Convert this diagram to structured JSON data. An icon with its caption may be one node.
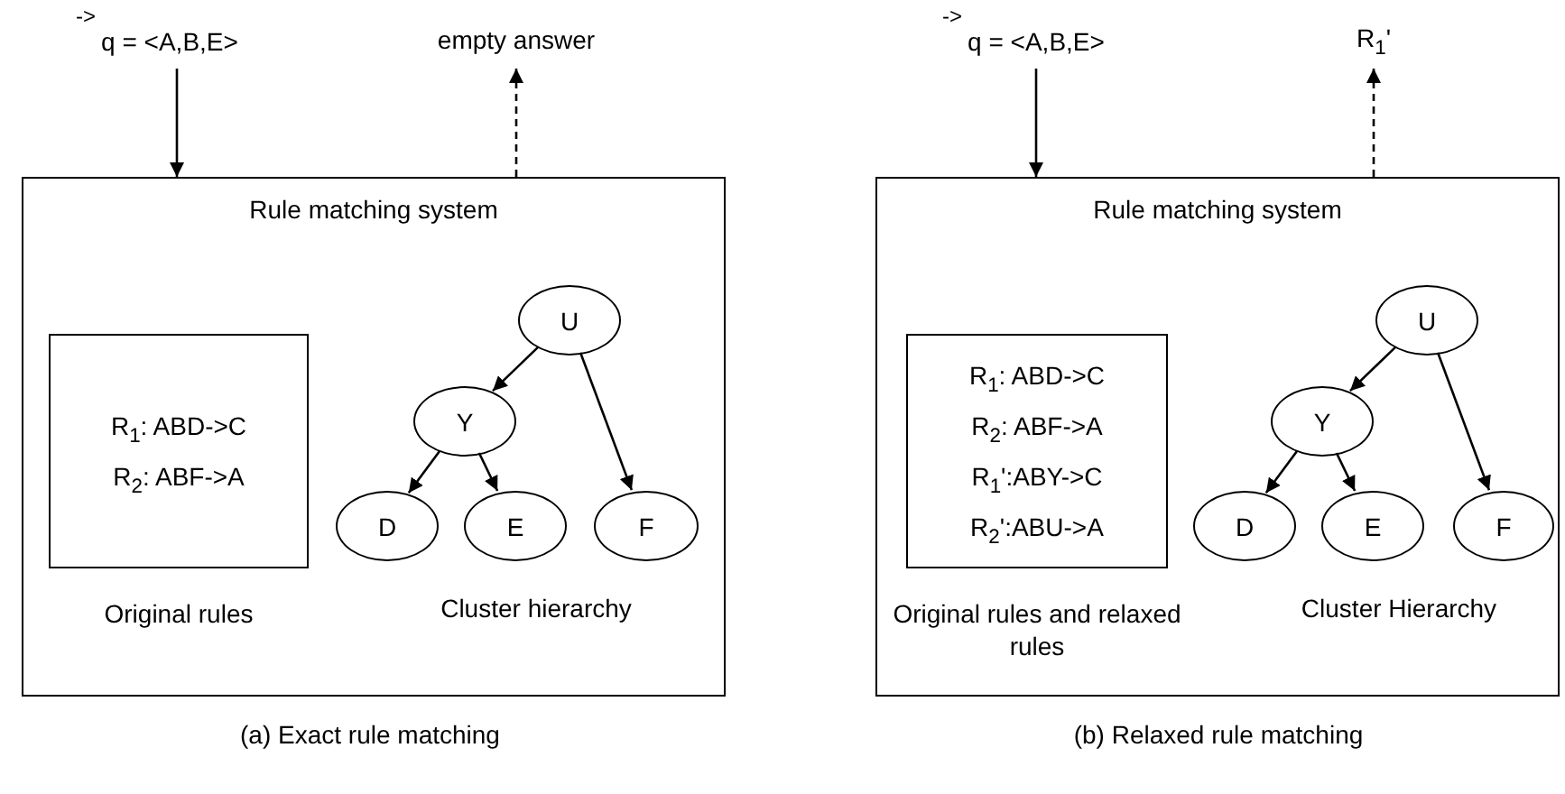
{
  "diagram": {
    "nodes": [
      {
        "text": [
          "->",
          "q = <A,B,E>"
        ]
      },
      {
        "text": [
          "empty answer"
        ]
      },
      {
        "text": [
          "Rule matching system"
        ]
      },
      {
        "text": [
          "R$_{1}$: ABD->C",
          "R$_{2}$: ABF->A"
        ],
        "in": 2,
        "beside": [
          "Original rules"
        ]
      },
      {
        "text": [
          "U"
        ],
        "in": 2
      },
      {
        "text": [
          "Y"
        ],
        "in": 2
      },
      {
        "text": [
          "D"
        ],
        "in": 2
      },
      {
        "text": [
          "E"
        ],
        "in": 2
      },
      {
        "text": [
          "F"
        ],
        "in": 2
      },
      {
        "text": [
          "->",
          "q = <A,B,E>"
        ]
      },
      {
        "text": [
          "R$_{1}$'"
        ]
      },
      {
        "text": [
          "Rule matching system"
        ]
      },
      {
        "text": [
          "R$_{1}$: ABD->C",
          "R$_{2}$: ABF->A",
          "R$_{1}$':ABY->C",
          "R$_{2}$':ABU->A"
        ],
        "in": 11,
        "beside": [
          "Original rules and relaxed rules"
        ]
      },
      {
        "text": [
          "U"
        ],
        "in": 11
      },
      {
        "text": [
          "Y"
        ],
        "in": 11
      },
      {
        "text": [
          "D"
        ],
        "in": 11
      },
      {
        "text": [
          "E"
        ],
        "in": 11
      },
      {
        "text": [
          "F"
        ],
        "in": 11
      }
    ],
    "edges": [
      {
        "from": 0,
        "to": 2,
        "arrow": "to"
      },
      {
        "from": 2,
        "to": 1,
        "arrow": "to",
        "style": "dashed"
      },
      {
        "from": 4,
        "to": 5,
        "arrow": "to"
      },
      {
        "from": 4,
        "to": 8,
        "arrow": "to"
      },
      {
        "from": 5,
        "to": 6,
        "arrow": "to"
      },
      {
        "from": 5,
        "to": 7,
        "arrow": "to"
      },
      {
        "from": 9,
        "to": 11,
        "arrow": "to"
      },
      {
        "from": 11,
        "to": 10,
        "arrow": "to",
        "style": "dashed"
      },
      {
        "from": 13,
        "to": 14,
        "arrow": "to"
      },
      {
        "from": 13,
        "to": 17,
        "arrow": "to"
      },
      {
        "from": 14,
        "to": 15,
        "arrow": "to"
      },
      {
        "from": 14,
        "to": 16,
        "arrow": "to"
      }
    ],
    "labels": [
      "Cluster hierarchy",
      "(a) Exact rule matching",
      "Cluster Hierarchy",
      "(b) Relaxed rule matching"
    ]
  }
}
